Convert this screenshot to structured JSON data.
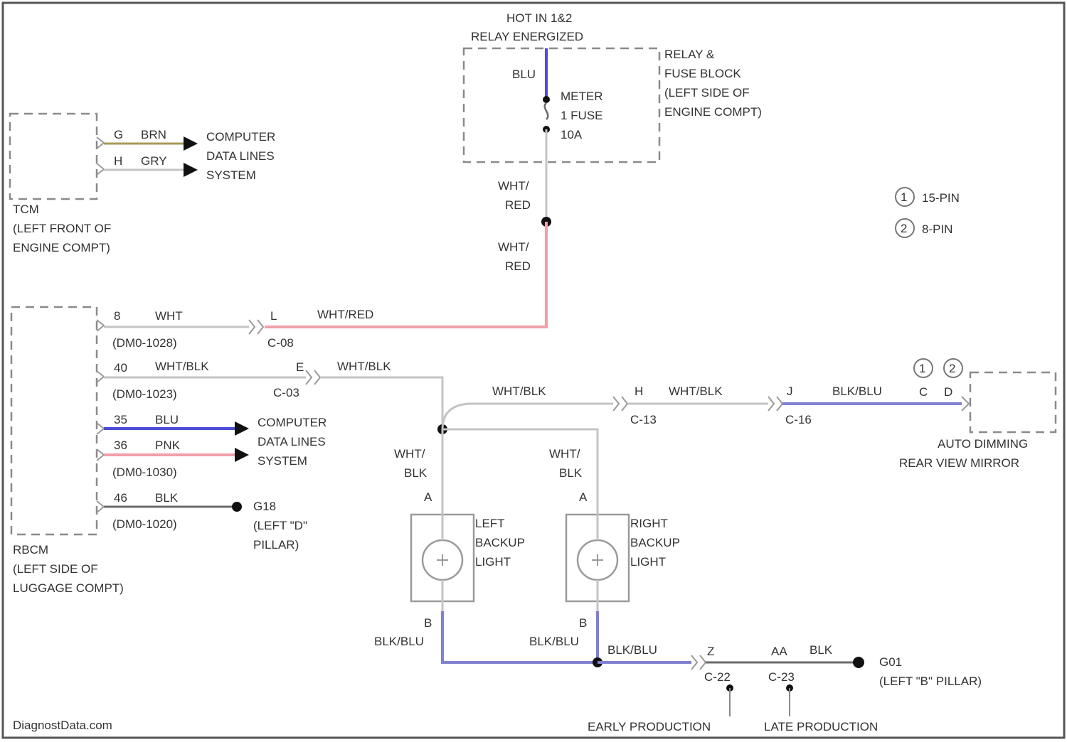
{
  "hot_header": {
    "line1": "HOT IN 1&2",
    "line2": "RELAY ENERGIZED"
  },
  "relay_box": {
    "line1": "RELAY &",
    "line2": "FUSE BLOCK",
    "line3": "(LEFT SIDE OF",
    "line4": "ENGINE COMPT)"
  },
  "fuse": {
    "wire": "BLU",
    "line1": "METER",
    "line2": "1 FUSE",
    "line3": "10A"
  },
  "wht_red_upper": {
    "line1": "WHT/",
    "line2": "RED"
  },
  "wht_red_lower": {
    "line1": "WHT/",
    "line2": "RED"
  },
  "tcm": {
    "line1": "TCM",
    "line2": "(LEFT FRONT OF",
    "line3": "ENGINE COMPT)",
    "pin1": "G",
    "wire1": "BRN",
    "pin2": "H",
    "wire2": "GRY"
  },
  "data_lines_top": {
    "line1": "COMPUTER",
    "line2": "DATA LINES",
    "line3": "SYSTEM"
  },
  "legend": {
    "item1": "15-PIN",
    "item2": "8-PIN",
    "num1": "1",
    "num2": "2"
  },
  "rbcm": {
    "line1": "RBCM",
    "line2": "(LEFT SIDE OF",
    "line3": "LUGGAGE COMPT)",
    "pin_a": "8",
    "wire_a": "WHT",
    "conn_a": "(DM0-1028)",
    "pin_b": "40",
    "wire_b": "WHT/BLK",
    "conn_b": "(DM0-1023)",
    "pin_c": "35",
    "wire_c": "BLU",
    "pin_d": "36",
    "wire_d": "PNK",
    "conn_d": "(DM0-1030)",
    "pin_e": "46",
    "wire_e": "BLK",
    "conn_e": "(DM0-1020)"
  },
  "c08": {
    "pin": "L",
    "wire": "WHT/RED",
    "name": "C-08"
  },
  "c03": {
    "pin": "E",
    "wire": "WHT/BLK",
    "name": "C-03"
  },
  "data_lines_mid": {
    "line1": "COMPUTER",
    "line2": "DATA LINES",
    "line3": "SYSTEM"
  },
  "g18": {
    "line1": "G18",
    "line2": "(LEFT \"D\"",
    "line3": "PILLAR)"
  },
  "c13": {
    "wire_in": "WHT/BLK",
    "pin": "H",
    "wire_out": "WHT/BLK",
    "name": "C-13"
  },
  "c16": {
    "pin": "J",
    "wire": "BLK/BLU",
    "name": "C-16"
  },
  "mirror": {
    "line1": "AUTO DIMMING",
    "line2": "REAR VIEW MIRROR",
    "pin1": "C",
    "pin2": "D",
    "num1": "2",
    "num2": "1"
  },
  "left_lamp": {
    "line1": "LEFT",
    "line2": "BACKUP",
    "line3": "LIGHT",
    "wire_in1": "WHT/",
    "wire_in2": "BLK",
    "pin_a": "A",
    "pin_b": "B",
    "wire_out": "BLK/BLU"
  },
  "right_lamp": {
    "line1": "RIGHT",
    "line2": "BACKUP",
    "line3": "LIGHT",
    "wire_in1": "WHT/",
    "wire_in2": "BLK",
    "pin_a": "A",
    "pin_b": "B",
    "wire_out": "BLK/BLU"
  },
  "ground": {
    "wire1": "BLK/BLU",
    "pin1": "Z",
    "pin2": "AA",
    "wire2": "BLK",
    "conn1": "C-22",
    "conn2": "C-23",
    "g01_line1": "G01",
    "g01_line2": "(LEFT \"B\" PILLAR)"
  },
  "production": {
    "early": "EARLY PRODUCTION",
    "late": "LATE PRODUCTION"
  },
  "watermark": "DiagnostData.com"
}
